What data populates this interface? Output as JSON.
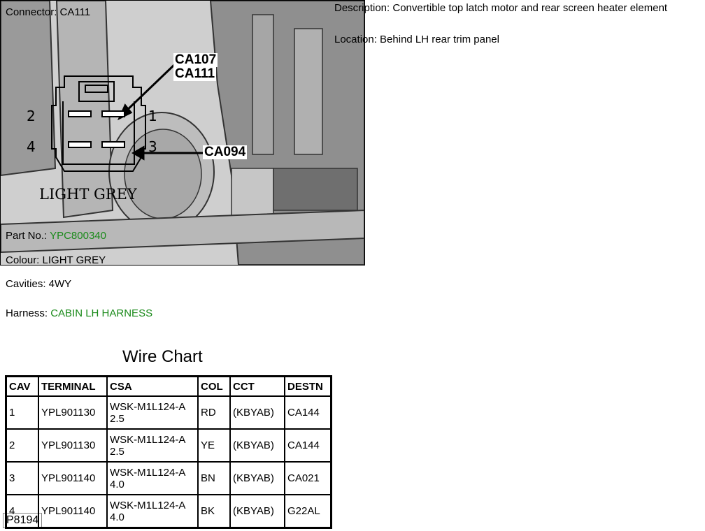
{
  "connector": {
    "label": "Connector: CA111",
    "description": "Description: Convertible top latch motor and rear screen heater element",
    "location": "Location: Behind LH rear trim panel"
  },
  "pinout": {
    "pins": [
      "2",
      "1",
      "4",
      "3"
    ],
    "colour_label": "LIGHT GREY"
  },
  "details": {
    "part_no_label": "Part No.:",
    "part_no_value": "YPC800340",
    "colour": "Colour: LIGHT GREY",
    "cavities": "Cavities: 4WY",
    "harness_label": "Harness:",
    "harness_value": "CABIN LH HARNESS"
  },
  "photo": {
    "callout_1a": "CA107",
    "callout_1b": "CA111",
    "callout_2": "CA094",
    "image_id": "P8194"
  },
  "wire_chart": {
    "title": "Wire Chart",
    "headers": [
      "CAV",
      "TERMINAL",
      "CSA",
      "COL",
      "CCT",
      "DESTN"
    ],
    "rows": [
      [
        "1",
        "YPL901130",
        "WSK-M1L124-A 2.5",
        "RD",
        "(KBYAB)",
        "CA144"
      ],
      [
        "2",
        "YPL901130",
        "WSK-M1L124-A 2.5",
        "YE",
        "(KBYAB)",
        "CA144"
      ],
      [
        "3",
        "YPL901140",
        "WSK-M1L124-A 4.0",
        "BN",
        "(KBYAB)",
        "CA021"
      ],
      [
        "4",
        "YPL901140",
        "WSK-M1L124-A 4.0",
        "BK",
        "(KBYAB)",
        "G22AL"
      ]
    ]
  },
  "colors": {
    "accent_green": "#1a8a1a"
  }
}
